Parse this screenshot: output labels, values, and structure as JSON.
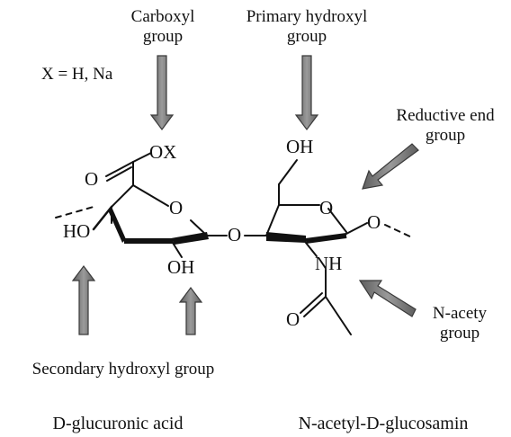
{
  "annotations": {
    "carboxyl": [
      "Carboxyl",
      "group"
    ],
    "primary_hydroxyl": [
      "Primary hydroxyl",
      "group"
    ],
    "reductive_end": [
      "Reductive end",
      "group"
    ],
    "n_acetyl": [
      "N-acety",
      "group"
    ],
    "secondary_hydroxyl": "Secondary hydroxyl group",
    "x_definition": "X = H, Na"
  },
  "atoms": {
    "ox": "OX",
    "carbonyl_o": "O",
    "ring_o_left": "O",
    "ho_left": "HO",
    "oh_bottom": "OH",
    "glycosidic_o": "O",
    "oh_primary": "OH",
    "ring_o_right": "O",
    "o_end": "O",
    "nh": "NH",
    "acetyl_o": "O"
  },
  "units": {
    "left": "D-glucuronic acid",
    "right": "N-acetyl-D-glucosamin"
  },
  "colors": {
    "arrow_fill": "#7a7a7a",
    "arrow_stroke": "#3a3a3a",
    "bond": "#111111"
  }
}
